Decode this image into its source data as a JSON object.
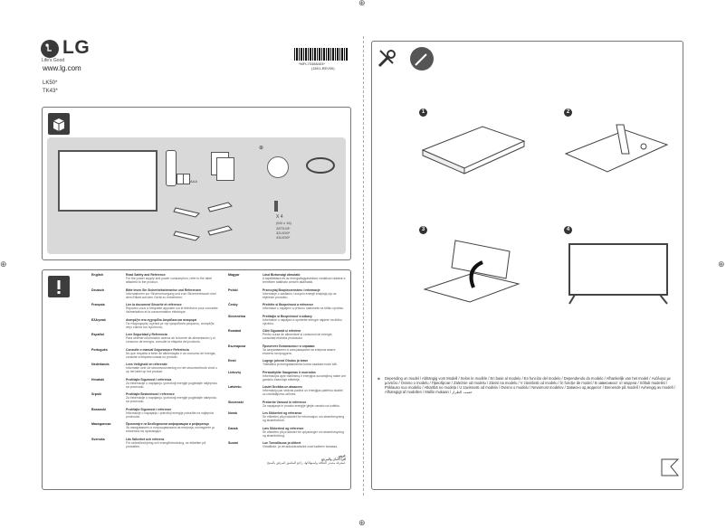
{
  "brand": {
    "logo_text": "LG",
    "slogan": "Life's Good",
    "website": "www.lg.com"
  },
  "models": [
    "LK50*",
    "TK43*"
  ],
  "barcode": {
    "code": "*MFL70368403*",
    "rev": "(1801-REV00)"
  },
  "accessories": {
    "battery_label": "AAA",
    "screw_count": "X 4",
    "screw_spec": "(M4 x 16)",
    "screw_models": [
      "28TK43*",
      "32LK50*",
      "43LK50*"
    ]
  },
  "steps": [
    "1",
    "2",
    "3",
    "4"
  ],
  "note_multilang": "Depending on model / Abhängig vom Modell / Selon le modèle / En base al modelo / En función del modelo / Dependendo do modelo / Afhankelijk van het model / Ανάλογα με μοντέλο / Ovisno o modelu / Приоброзе / Zależnie od modelu / Závisí na modelu / V závislosti od modelu / În funcție de model / В зависимост от модела / Sõltub mudelist / Priklauso nuo modelio / Atkarībā no modeļa / U zavisnosti od modela / Ovisno o modelu / Nevarnost modelov / Зависно од моделот / Beroende på modell / Avhengig av modell / Afhængigt af modellen / Mallin mukaan / حسب الطراز",
  "safety": [
    {
      "lang": "English",
      "title": "Read Safety and Reference",
      "body": "For the power supply and power consumption, refer to the label attached to the product."
    },
    {
      "lang": "Deutsch",
      "title": "Bitte lesen Sie Sicherheitshinweise und Referenzen",
      "body": "Informationen zur Stromversorgung und zum Stromverbrauch sind dem Etikett auf dem Gerät zu entnehmen."
    },
    {
      "lang": "Français",
      "title": "Lire la document Sécurité et référence",
      "body": "Reportez-vous à l'étiquette apposée sur le téléviseur pour connaître l'alimentation et la consommation électrique."
    },
    {
      "lang": "Ελληνικά",
      "title": "Ανατρέξτε στο εγχειρίδιο Ασφάλεια και αναφορά",
      "body": "Για πληροφορίες σχετικά με την τροφοδοσία ρεύματος, ανατρέξτε στην ετικέτα του προϊόντος."
    },
    {
      "lang": "Español",
      "title": "Leer Seguridad y Referencia",
      "body": "Para obtener información acerca de la fuente de alimentación y el consumo de energía, consulte la etiqueta del producto."
    },
    {
      "lang": "Português",
      "title": "Consulte o manual Segurança e Referência",
      "body": "No que respeita à fonte de alimentação e ao consumo de energia, consulte a etiqueta colada no produto."
    },
    {
      "lang": "Nederlands",
      "title": "Lees Veiligheid en referentie",
      "body": "Informatie over de stroomvoorziening en het stroomverbruik vindt u op het label op het product."
    },
    {
      "lang": "Hrvatski",
      "title": "Pročitajte Sigurnost i referenca",
      "body": "Za informacije o napajanju i potrošnji energije pogledajte naljepnicu na proizvodu."
    },
    {
      "lang": "Srpski",
      "title": "Pročitajte Bezbednost i reference",
      "body": "Za informacije o napajanju i potrošnji energije pogledajte nalepnicu na proizvodu."
    },
    {
      "lang": "Bosanski",
      "title": "Pročitajte Sigurnost i reference",
      "body": "Informacije o napajanju i potrošnji energije potražite na naljepnici proizvoda."
    },
    {
      "lang": "Македонски",
      "title": "Прочитајте ги Безбедносни информации и референци",
      "body": "За напојувањето и потрошувачката на енергија, погледнете ја етикетата на производот."
    },
    {
      "lang": "Svenska",
      "title": "Läs Säkerhet och referens",
      "body": "För strömförsörjning och energiförbrukning, se etiketten på produkten."
    }
  ],
  "safety_right": [
    {
      "lang": "Magyar",
      "title": "Lásd Biztonsági útmutató",
      "body": "A tápellátásra és az energiafogyasztásra vonatkozó adatok a terméken található címkén találhatók."
    },
    {
      "lang": "Polski",
      "title": "Przeczytaj Bezpieczeństwo i informacje",
      "body": "Informacje o zasilaniu i zużyciu energii znajdują się na etykiecie produktu."
    },
    {
      "lang": "Česky",
      "title": "Přečtěte si Bezpečnost a reference",
      "body": "Informace o napájení a příkonu naleznete na štítku výrobku."
    },
    {
      "lang": "Slovenčina",
      "title": "Prečítajte si Bezpečnosť a odkazy",
      "body": "Informácie o napájaní a spotrebe energie nájdete na štítku výrobku."
    },
    {
      "lang": "Română",
      "title": "Citiți Siguranță și referințe",
      "body": "Pentru sursa de alimentare și consumul de energie, consultați eticheta produsului."
    },
    {
      "lang": "Български",
      "title": "Прочетете Безопасност и справки",
      "body": "За захранването и консумацията на енергия вижте етикета на продукта."
    },
    {
      "lang": "Eesti",
      "title": "Lugege juhend Ohutus ja teave",
      "body": "Toiteallika ja energiatarbimise kohta vaadake toote silti."
    },
    {
      "lang": "Lietuvių",
      "title": "Perskaitykite Saugumas ir nuorodos",
      "body": "Informacijos apie maitinimą ir energijos suvartojimą rasite ant gaminio esančioje etiketėje."
    },
    {
      "lang": "Latviešu",
      "title": "Lasiet Drošība un atsauces",
      "body": "Informāciju par strāvas padevi un enerģijas patēriņu skatiet uz izstrādājuma uzlīmes."
    },
    {
      "lang": "Slovenski",
      "title": "Preberite Varnost in reference",
      "body": "Za napajanje in porabo energije glejte oznako na izdelku."
    },
    {
      "lang": "Norsk",
      "title": "Les Sikkerhet og referanse",
      "body": "Se etiketten på produktet for informasjon om strømforsyning og strømforbruk."
    },
    {
      "lang": "Dansk",
      "title": "Læs Sikkerhed og reference",
      "body": "Se etiketten på produktet for oplysninger om strømforsyning og strømforbrug."
    },
    {
      "lang": "Suomi",
      "title": "Lue Turvallisuus ja viitteet",
      "body": "Virtalähde- ja virrankulutustiedot ovat tuotteen tarrassa."
    }
  ],
  "arabic": {
    "lang": "عربي",
    "title": "اقرأ الأمان والمرجع",
    "body": "لمعرفة مصدر الطاقة واستهلاكها، راجع الملصق المرفق بالمنتج."
  }
}
